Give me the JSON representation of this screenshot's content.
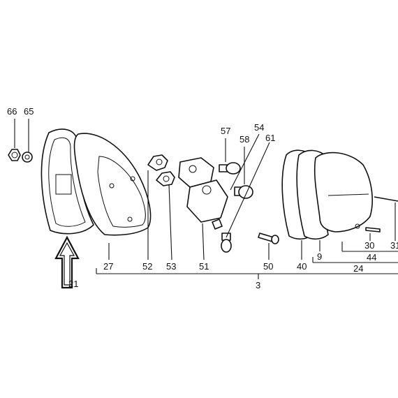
{
  "part_labels": {
    "p66": "66",
    "p65": "65",
    "p57": "57",
    "p54": "54",
    "p58": "58",
    "p61": "61",
    "p27": "27",
    "p52": "52",
    "p53": "53",
    "p51": "51",
    "p50": "50",
    "p40": "40",
    "p9": "9",
    "p24": "24",
    "p44": "44",
    "p30": "30",
    "p31": "31",
    "p21": "21",
    "p3": "3"
  },
  "colors": {
    "ink": "#111111",
    "paper": "#ffffff"
  },
  "icons": {
    "arrow": "up-arrow-icon"
  }
}
